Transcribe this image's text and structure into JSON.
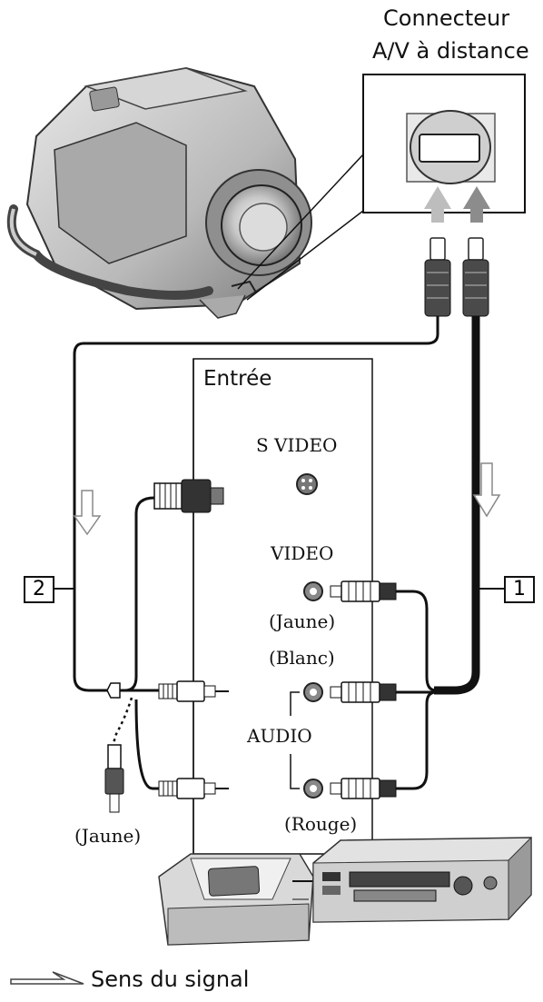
{
  "connector_label": {
    "line1": "Connecteur",
    "line2": "A/V à distance"
  },
  "input_panel": {
    "title": "Entrée"
  },
  "ports": {
    "s_video": "S VIDEO",
    "video": "VIDEO",
    "video_color": "(Jaune)",
    "audio_white": "(Blanc)",
    "audio": "AUDIO",
    "audio_red": "(Rouge)"
  },
  "yellow_plug_label": "(Jaune)",
  "callouts": {
    "cable_1": "1",
    "cable_2": "2"
  },
  "legend": {
    "signal_direction": "Sens du signal",
    "arrow_icon": "hollow-arrow-icon"
  },
  "colors": {
    "line": "#111111",
    "cable_gray": "#8a8a8a"
  }
}
